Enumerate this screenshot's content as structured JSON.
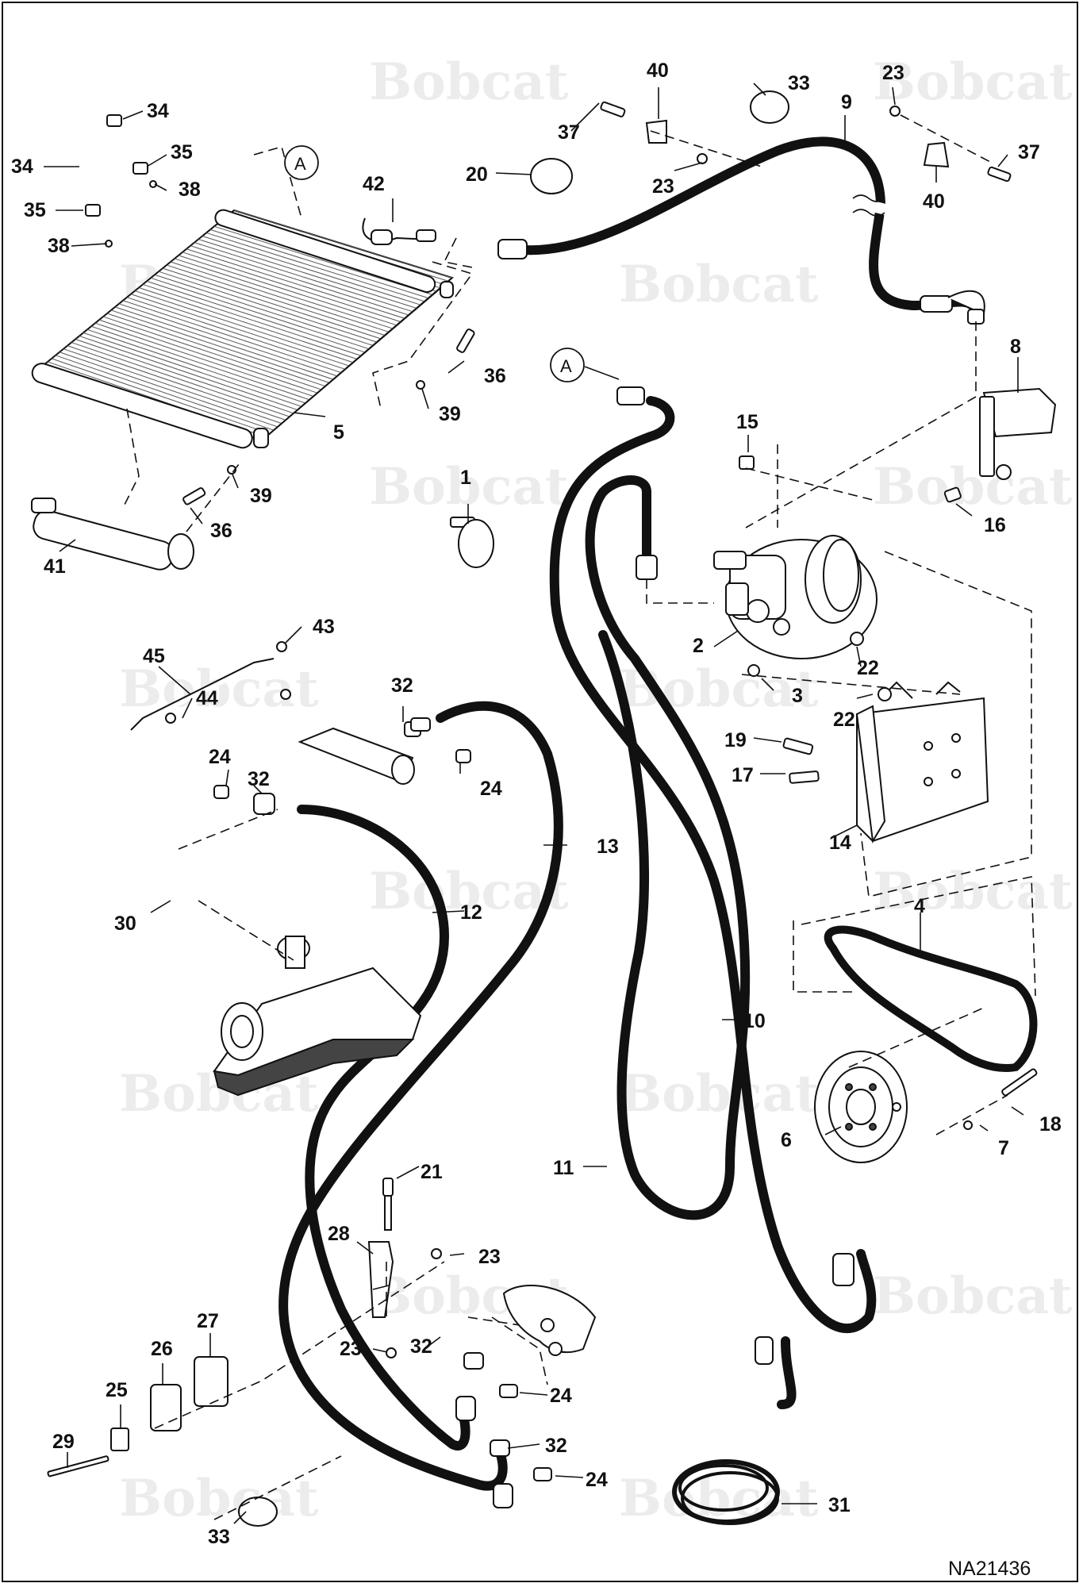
{
  "watermark": "Bobcat",
  "drawing_code": "NA21436",
  "callouts": [
    {
      "id": "c1",
      "text": "1"
    },
    {
      "id": "c2",
      "text": "2"
    },
    {
      "id": "c3",
      "text": "3"
    },
    {
      "id": "c4",
      "text": "4"
    },
    {
      "id": "c5",
      "text": "5"
    },
    {
      "id": "c6",
      "text": "6"
    },
    {
      "id": "c7",
      "text": "7"
    },
    {
      "id": "c8",
      "text": "8"
    },
    {
      "id": "c9",
      "text": "9"
    },
    {
      "id": "c10",
      "text": "10"
    },
    {
      "id": "c11",
      "text": "11"
    },
    {
      "id": "c12",
      "text": "12"
    },
    {
      "id": "c13",
      "text": "13"
    },
    {
      "id": "c14",
      "text": "14"
    },
    {
      "id": "c15",
      "text": "15"
    },
    {
      "id": "c16",
      "text": "16"
    },
    {
      "id": "c17",
      "text": "17"
    },
    {
      "id": "c18",
      "text": "18"
    },
    {
      "id": "c19",
      "text": "19"
    },
    {
      "id": "c20",
      "text": "20"
    },
    {
      "id": "c21",
      "text": "21"
    },
    {
      "id": "c22a",
      "text": "22"
    },
    {
      "id": "c22b",
      "text": "22"
    },
    {
      "id": "c23a",
      "text": "23"
    },
    {
      "id": "c23b",
      "text": "23"
    },
    {
      "id": "c23c",
      "text": "23"
    },
    {
      "id": "c23d",
      "text": "23"
    },
    {
      "id": "c24a",
      "text": "24"
    },
    {
      "id": "c24b",
      "text": "24"
    },
    {
      "id": "c24c",
      "text": "24"
    },
    {
      "id": "c24d",
      "text": "24"
    },
    {
      "id": "c25",
      "text": "25"
    },
    {
      "id": "c26",
      "text": "26"
    },
    {
      "id": "c27",
      "text": "27"
    },
    {
      "id": "c28",
      "text": "28"
    },
    {
      "id": "c29",
      "text": "29"
    },
    {
      "id": "c30",
      "text": "30"
    },
    {
      "id": "c31",
      "text": "31"
    },
    {
      "id": "c32a",
      "text": "32"
    },
    {
      "id": "c32b",
      "text": "32"
    },
    {
      "id": "c32c",
      "text": "32"
    },
    {
      "id": "c32d",
      "text": "32"
    },
    {
      "id": "c33a",
      "text": "33"
    },
    {
      "id": "c33b",
      "text": "33"
    },
    {
      "id": "c34a",
      "text": "34"
    },
    {
      "id": "c34b",
      "text": "34"
    },
    {
      "id": "c35a",
      "text": "35"
    },
    {
      "id": "c35b",
      "text": "35"
    },
    {
      "id": "c36a",
      "text": "36"
    },
    {
      "id": "c36b",
      "text": "36"
    },
    {
      "id": "c37a",
      "text": "37"
    },
    {
      "id": "c37b",
      "text": "37"
    },
    {
      "id": "c38a",
      "text": "38"
    },
    {
      "id": "c38b",
      "text": "38"
    },
    {
      "id": "c39a",
      "text": "39"
    },
    {
      "id": "c39b",
      "text": "39"
    },
    {
      "id": "c40a",
      "text": "40"
    },
    {
      "id": "c40b",
      "text": "40"
    },
    {
      "id": "c41",
      "text": "41"
    },
    {
      "id": "c42",
      "text": "42"
    },
    {
      "id": "c43",
      "text": "43"
    },
    {
      "id": "c44",
      "text": "44"
    },
    {
      "id": "c45",
      "text": "45"
    },
    {
      "id": "cA1",
      "text": "A"
    },
    {
      "id": "cA2",
      "text": "A"
    }
  ],
  "colors": {
    "ink": "#111111",
    "watermark": "#ececec"
  }
}
